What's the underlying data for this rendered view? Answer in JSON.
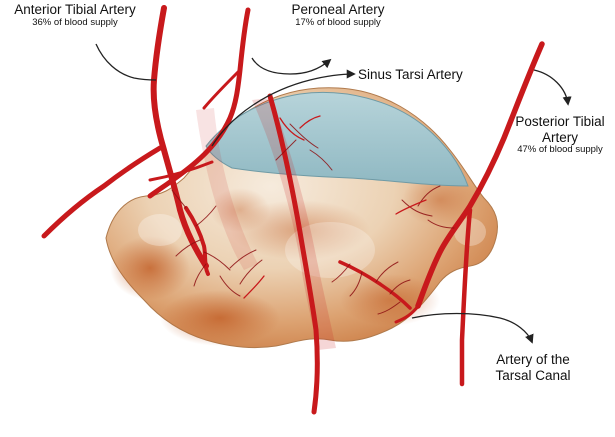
{
  "labels": {
    "anterior_tibial": {
      "name": "Anterior Tibial Artery",
      "supply": "36% of blood supply"
    },
    "peroneal": {
      "name": "Peroneal Artery",
      "supply": "17% of blood supply"
    },
    "sinus_tarsi": {
      "name": "Sinus Tarsi Artery"
    },
    "posterior_tibial": {
      "name_line1": "Posterior Tibial",
      "name_line2": "Artery",
      "supply": "47% of blood supply"
    },
    "tarsal_canal": {
      "name_line1": "Artery of the",
      "name_line2": "Tarsal Canal"
    }
  },
  "colors": {
    "artery": "#c8191c",
    "artery_dark": "#8e0f12",
    "bone_light": "#f2e2cf",
    "bone_mid": "#e0b58a",
    "bone_stain": "#c96a2e",
    "articular_surface": "#9cc3cc",
    "leader_line": "#222222"
  }
}
